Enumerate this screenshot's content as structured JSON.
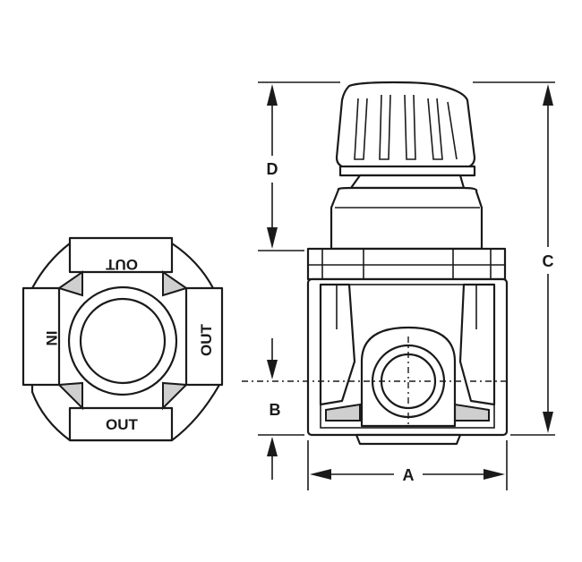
{
  "top_view": {
    "port_top": "OUT",
    "port_left": "IN",
    "port_right": "OUT",
    "port_bottom": "OUT"
  },
  "dimensions": {
    "a": "A",
    "b": "B",
    "c": "C",
    "d": "D"
  }
}
